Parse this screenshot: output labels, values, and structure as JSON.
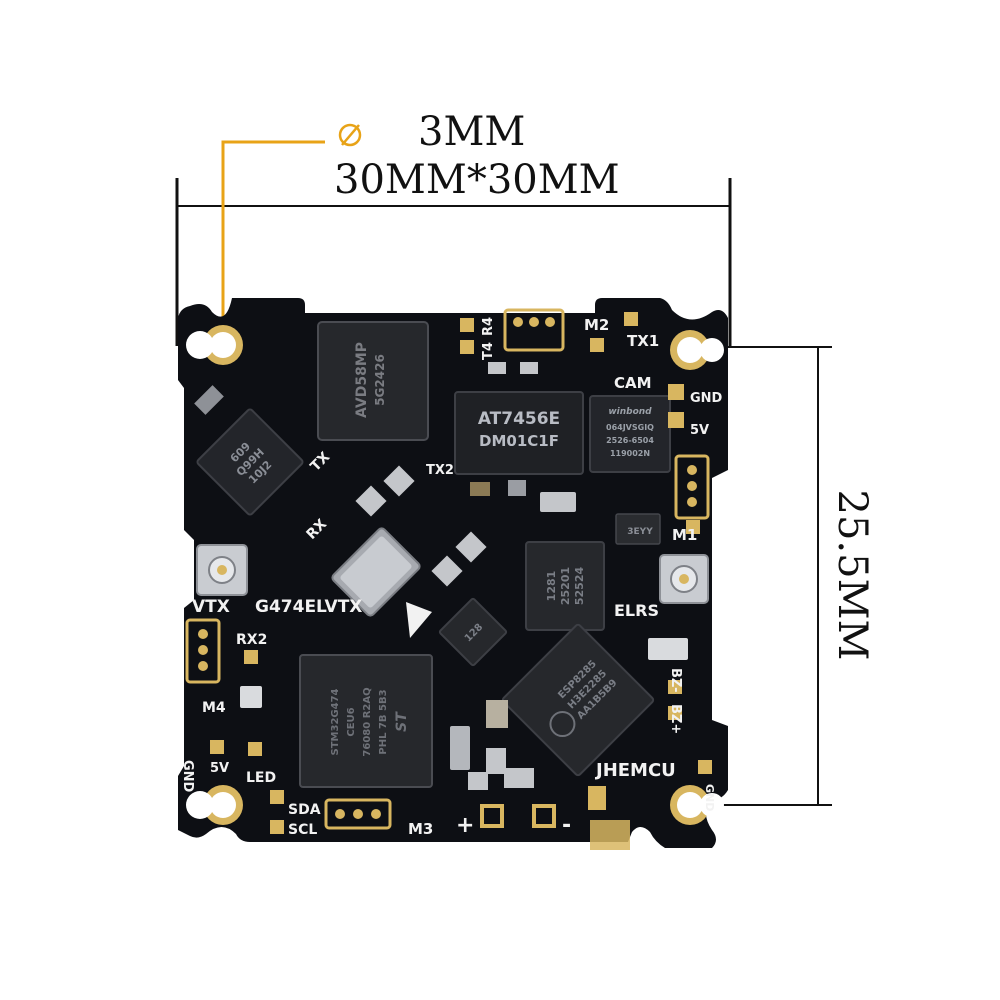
{
  "dimensions": {
    "hole_diameter": "3MM",
    "board_size": "30MM*30MM",
    "mount_spacing": "25.5MM"
  },
  "board": {
    "name_label": "G474ELVTX",
    "brand_label": "JHEMCU",
    "chips": {
      "vtx_chip": "AT7456E",
      "vtx_chip_code": "DM01C1F",
      "baro_chip": "AVD58MP",
      "baro_code": "5G2426",
      "flash_brand": "winbond",
      "flash_code_1": "064JVSGIQ",
      "flash_code_2": "2526-6504",
      "flash_code_3": "119002N",
      "imu_code_1": "609",
      "imu_code_2": "Q99H",
      "imu_code_3": "10J2",
      "mcu_line_1": "STM32G474",
      "mcu_line_2": "CEU6",
      "mcu_line_3": "76080 R2AQ",
      "mcu_line_4": "PHL 7B 5B3",
      "mcu_logo": "ST",
      "elrs_chip_1": "1281",
      "elrs_chip_2": "25201",
      "elrs_chip_3": "52524",
      "wifi_line_1": "ESP8285",
      "wifi_line_2": "H3E2285",
      "wifi_line_3": "AA1B5B9",
      "small_chip": "128",
      "reg_code": "3EYY"
    },
    "pads": {
      "tx1": "TX1",
      "cam": "CAM",
      "gnd_right": "GND",
      "v5_right": "5V",
      "m1": "M1",
      "m2": "M2",
      "t4": "T4",
      "r4": "R4",
      "tx2": "TX2",
      "vtx": "VTX",
      "rx2": "RX2",
      "m4": "M4",
      "gnd_left": "GND",
      "v5_left": "5V",
      "led": "LED",
      "sda": "SDA",
      "scl": "SCL",
      "m3": "M3",
      "plus": "+",
      "minus": "-",
      "elrs": "ELRS",
      "bz_minus": "BZ-",
      "bz_plus": "BZ+",
      "gnd_bottom_right": "GND",
      "tx_rot": "TX",
      "rx_rot": "RX"
    }
  },
  "colors": {
    "board": "#0d0f14",
    "gold": "#d8b660",
    "silkscreen": "#f2f2f2",
    "chip": "#26282c",
    "leader": "#e8a317",
    "dimension_line": "#111111"
  },
  "icons": {
    "diameter": "diameter-symbol-icon",
    "wifi_logo": "espressif-logo-icon",
    "st_logo": "st-logo-icon"
  }
}
